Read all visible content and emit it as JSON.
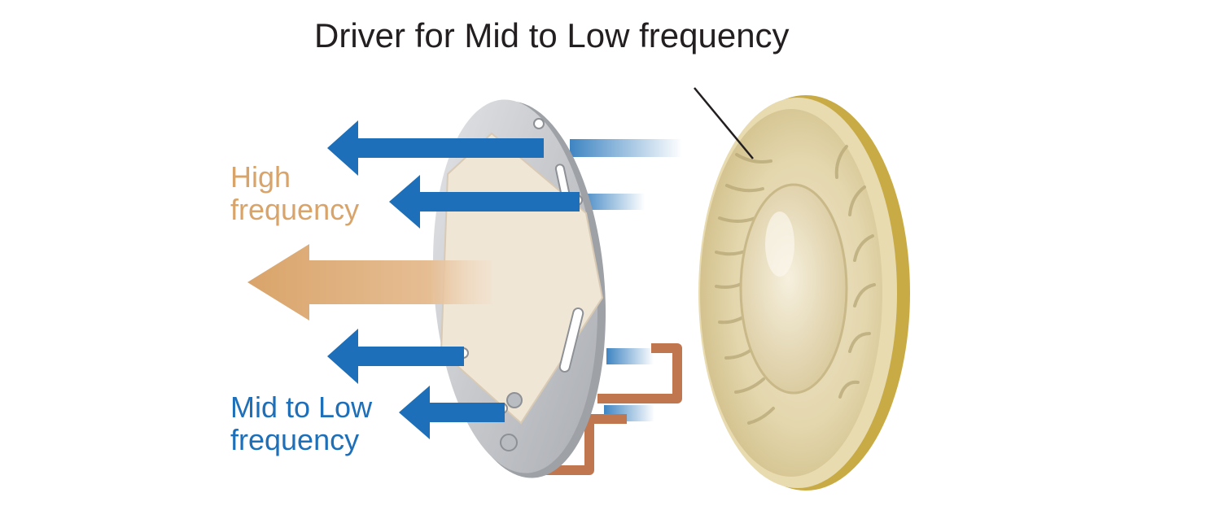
{
  "labels": {
    "title": "Driver for Mid to Low frequency",
    "high": [
      "High",
      "frequency"
    ],
    "mid_low": [
      "Mid to Low",
      "frequency"
    ]
  },
  "colors": {
    "high_frequency": "#d9a46a",
    "mid_low_frequency": "#1c6fb8",
    "plate": "#c9cbcf",
    "diaphragm": "#f0e6d6",
    "driver_face": "#e4d7ae",
    "driver_rim": "#d3b85a",
    "wire": "#c0764f",
    "text_dark": "#231f20"
  },
  "icons": [
    "mid-low-arrow-icon",
    "high-frequency-arrow-icon",
    "wire-terminal-icon"
  ]
}
